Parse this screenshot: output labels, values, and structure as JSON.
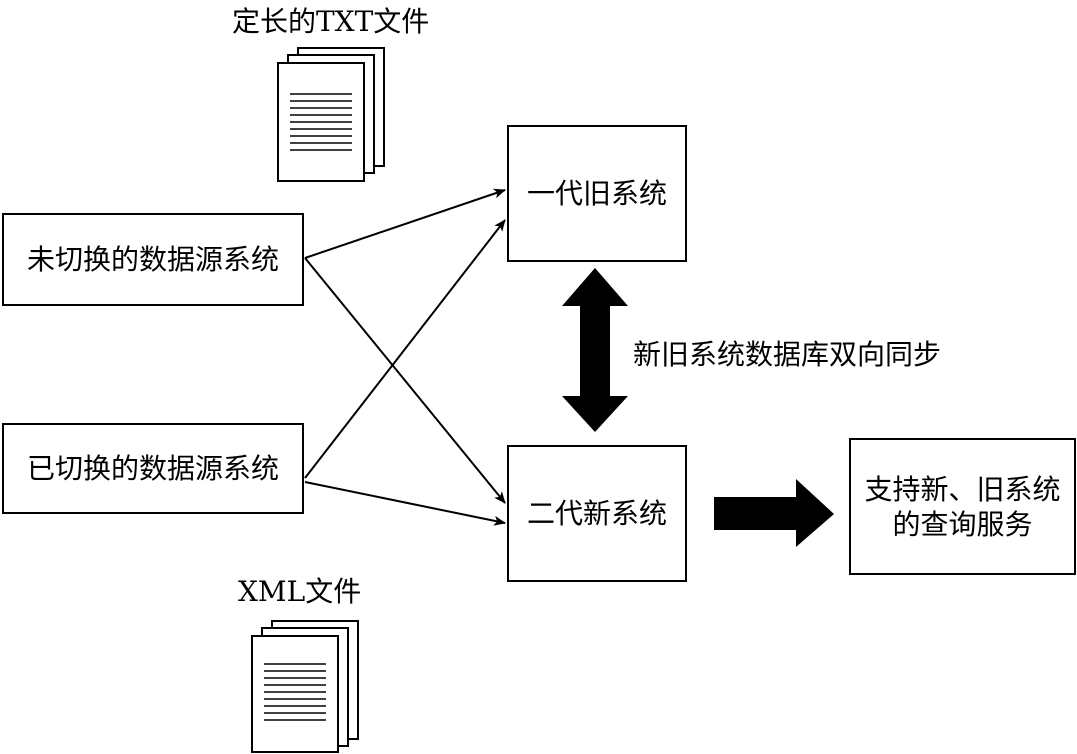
{
  "documents": {
    "txt_label": "定长的TXT文件",
    "xml_label": "XML文件"
  },
  "sources": {
    "unswitched": "未切换的数据源系统",
    "switched": "已切换的数据源系统"
  },
  "systems": {
    "gen1": "一代旧系统",
    "gen2": "二代新系统"
  },
  "sync_label": "新旧系统数据库双向同步",
  "service": {
    "line1": "支持新、旧系统",
    "line2": "的查询服务"
  },
  "colors": {
    "stroke": "#000000",
    "background": "#ffffff"
  }
}
